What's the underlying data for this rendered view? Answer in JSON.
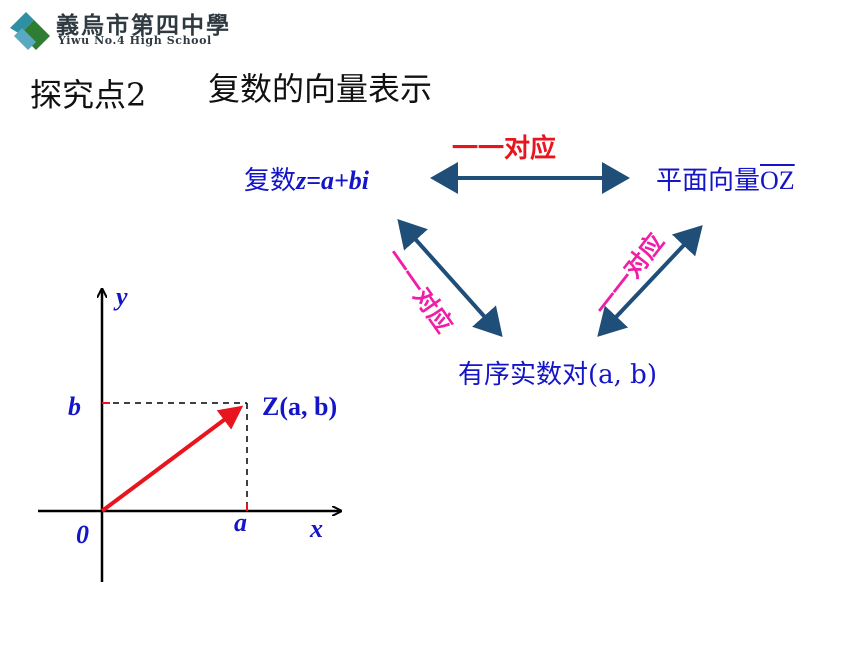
{
  "header": {
    "school_cn": "義烏市第四中學",
    "school_en": "Yiwu No.4 High School"
  },
  "slide": {
    "section_label": "探究点2",
    "title": "复数的向量表示"
  },
  "mapping": {
    "complex_prefix": "复数",
    "complex_expr": "z=a+bi",
    "vector_prefix": "平面向量",
    "vector_name": "OZ",
    "pair": "有序实数对(a, b)",
    "corr_top": "一一对应",
    "corr_left": "一一对应",
    "corr_right": "一一对应"
  },
  "graph": {
    "y_label": "y",
    "x_label": "x",
    "origin_label": "0",
    "b_label": "b",
    "a_label": "a",
    "point_label": "Z(a, b)"
  },
  "colors": {
    "blue_text": "#1414c8",
    "arrow_blue": "#1f4e79",
    "red": "#e8141e",
    "pink": "#f01ea6"
  }
}
